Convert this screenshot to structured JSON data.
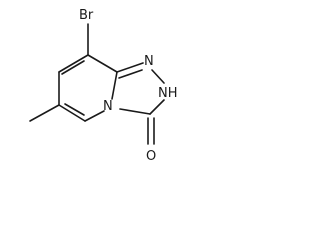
{
  "molecule": {
    "atoms": {
      "bromine": "Br",
      "nitrogen_ring": "N",
      "nitrogen_n1": "N",
      "nitrogen_nh": "NH",
      "oxygen": "O"
    }
  }
}
